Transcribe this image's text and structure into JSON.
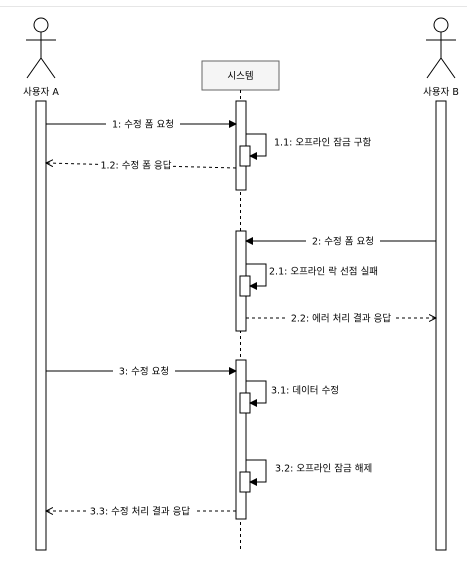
{
  "actors": {
    "user_a": "사용자 A",
    "user_b": "사용자 B"
  },
  "system": {
    "label": "시스템"
  },
  "messages": {
    "m1": "1: 수정 폼 요청",
    "m1_1": "1.1: 오프라인 잠금 구함",
    "m1_2": "1.2: 수정 폼 응답",
    "m2": "2: 수정 폼 요청",
    "m2_1": "2.1: 오프라인 락 선점 실패",
    "m2_2": "2.2: 에러 처리 결과 응답",
    "m3": "3: 수정 요청",
    "m3_1": "3.1: 데이터 수정",
    "m3_2": "3.2: 오프라인 잠금 해제",
    "m3_3": "3.3: 수정 처리 결과 응답"
  },
  "colors": {
    "line": "#000000",
    "activation_fill": "#ffffff",
    "system_box_fill": "#f5f5f5",
    "system_box_stroke": "#666666"
  }
}
